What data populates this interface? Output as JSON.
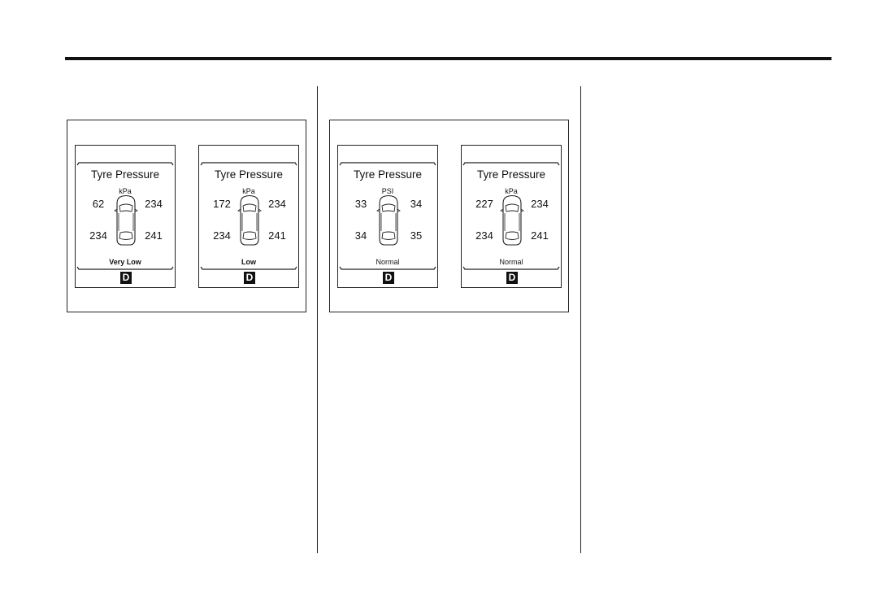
{
  "figures": [
    {
      "displays": [
        {
          "title": "Tyre Pressure",
          "unit": "kPa",
          "front_left": "62",
          "front_right": "234",
          "rear_left": "234",
          "rear_right": "241",
          "status": "Very Low",
          "gear": "D"
        },
        {
          "title": "Tyre Pressure",
          "unit": "kPa",
          "front_left": "172",
          "front_right": "234",
          "rear_left": "234",
          "rear_right": "241",
          "status": "Low",
          "gear": "D"
        }
      ]
    },
    {
      "displays": [
        {
          "title": "Tyre Pressure",
          "unit": "PSI",
          "front_left": "33",
          "front_right": "34",
          "rear_left": "34",
          "rear_right": "35",
          "status": "Normal",
          "gear": "D"
        },
        {
          "title": "Tyre Pressure",
          "unit": "kPa",
          "front_left": "227",
          "front_right": "234",
          "rear_left": "234",
          "rear_right": "241",
          "status": "Normal",
          "gear": "D"
        }
      ]
    }
  ]
}
